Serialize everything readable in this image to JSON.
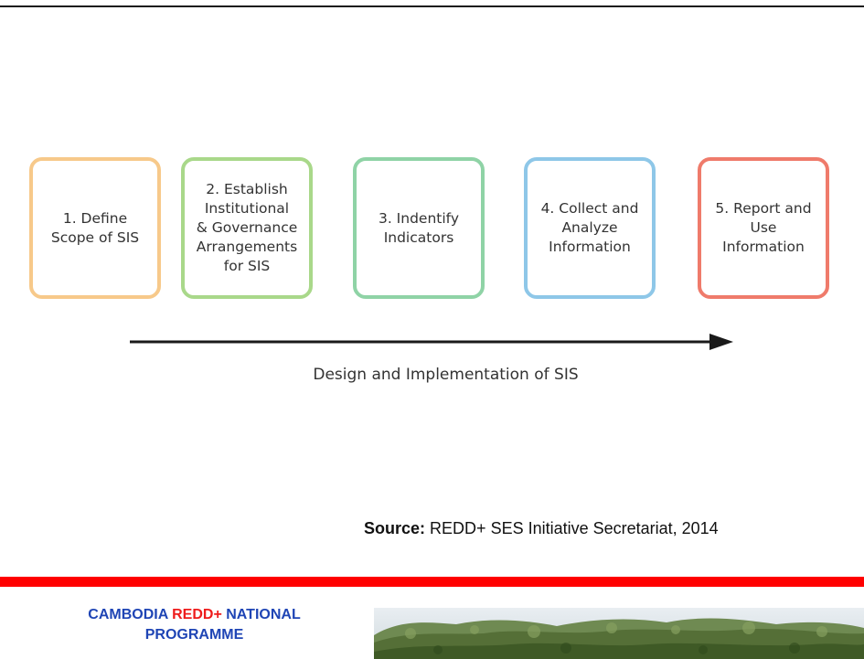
{
  "steps": [
    {
      "label": "1. Define\nScope of SIS",
      "color": "#f7c98a"
    },
    {
      "label": "2. Establish\nInstitutional\n& Governance\nArrangements\nfor SIS",
      "color": "#a9d88a"
    },
    {
      "label": "3. Indentify\nIndicators",
      "color": "#8fd3a6"
    },
    {
      "label": "4. Collect and\nAnalyze\nInformation",
      "color": "#8ec7e8"
    },
    {
      "label": "5. Report and\nUse\nInformation",
      "color": "#ef7b6b"
    }
  ],
  "arrow_caption": "Design and Implementation of SIS",
  "source": {
    "label": "Source:",
    "text": "REDD+ SES Initiative Secretariat, 2014"
  },
  "footer": {
    "part1": "CAMBODIA ",
    "part2": "REDD+",
    "part3": " NATIONAL",
    "line2": "PROGRAMME",
    "blue_color": "#1f45b5",
    "red_color": "#ee1c1c",
    "band_color": "#ff0000"
  }
}
